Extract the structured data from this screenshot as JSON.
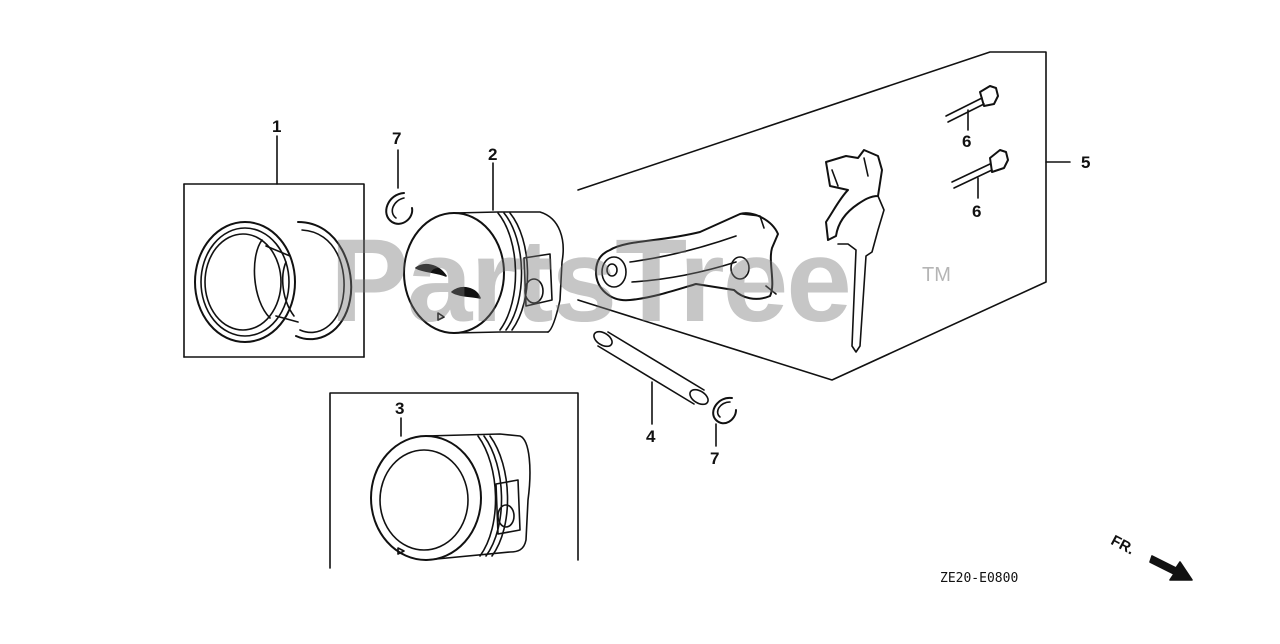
{
  "diagram": {
    "callouts": {
      "piston_ring_set": "1",
      "piston": "2",
      "piston_alt": "3",
      "piston_pin": "4",
      "connecting_rod_assy": "5",
      "rod_bolt_a": "6",
      "rod_bolt_b": "6",
      "pin_clip_upper": "7",
      "pin_clip_lower": "7"
    },
    "diagram_code": "ZE20-E0800",
    "front_arrow_label": "FR.",
    "watermark": "PartsTree",
    "watermark_tm": "TM"
  },
  "colors": {
    "line": "#111111",
    "watermark": "#8a8a8a",
    "background": "#ffffff"
  }
}
